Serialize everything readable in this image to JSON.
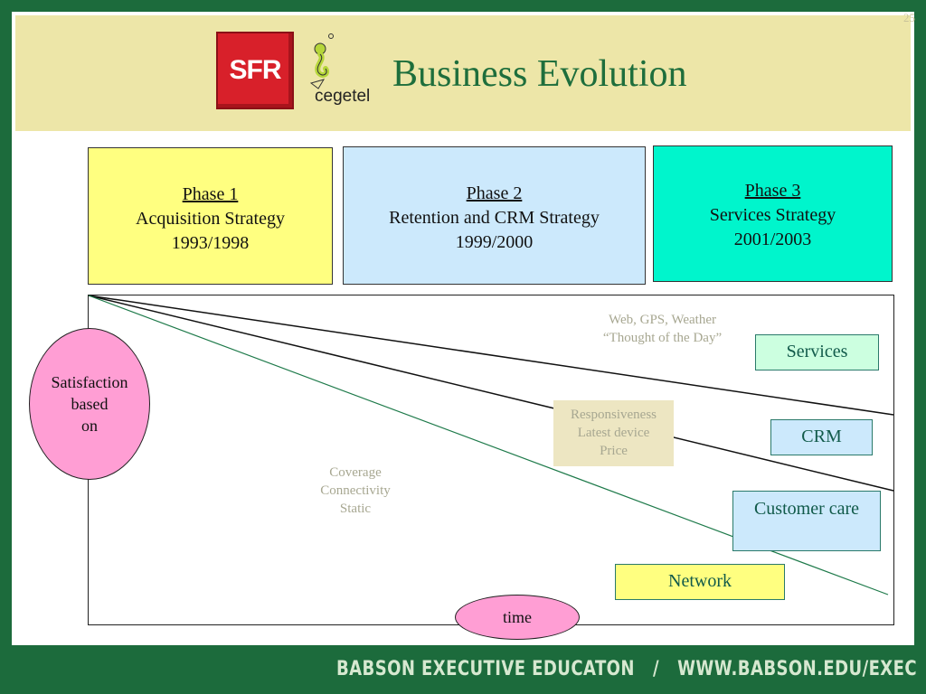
{
  "page_number": "25",
  "logos": {
    "sfr": "SFR",
    "cegetel": "cegetel"
  },
  "title": "Business Evolution",
  "phases": [
    {
      "title": "Phase 1",
      "strategy": "Acquisition Strategy",
      "years": "1993/1998",
      "color": "#ffff80"
    },
    {
      "title": "Phase 2",
      "strategy": "Retention and CRM Strategy",
      "years": "1999/2000",
      "color": "#cce9fc"
    },
    {
      "title": "Phase 3",
      "strategy": "Services Strategy",
      "years": "2001/2003",
      "color": "#00f5cc"
    }
  ],
  "axis": {
    "y_label_lines": [
      "Satisfaction",
      "based",
      "on"
    ],
    "x_label": "time"
  },
  "outcomes": {
    "services": "Services",
    "crm": "CRM",
    "customer_care": "Customer care",
    "network": "Network"
  },
  "notes": {
    "services": [
      "Web, GPS, Weather",
      "“Thought of the Day”"
    ],
    "crm": [
      "Responsiveness",
      "Latest device",
      "Price"
    ],
    "network": [
      "Coverage",
      "Connectivity",
      "Static"
    ]
  },
  "footer": "BABSON EXECUTIVE EDUCATON   /   WWW.BABSON.EDU/EXEC",
  "colors": {
    "background": "#1c6b3c",
    "title": "#1e6e3c",
    "title_band": "#ede6a8",
    "ellipse": "#ff9ed4"
  }
}
